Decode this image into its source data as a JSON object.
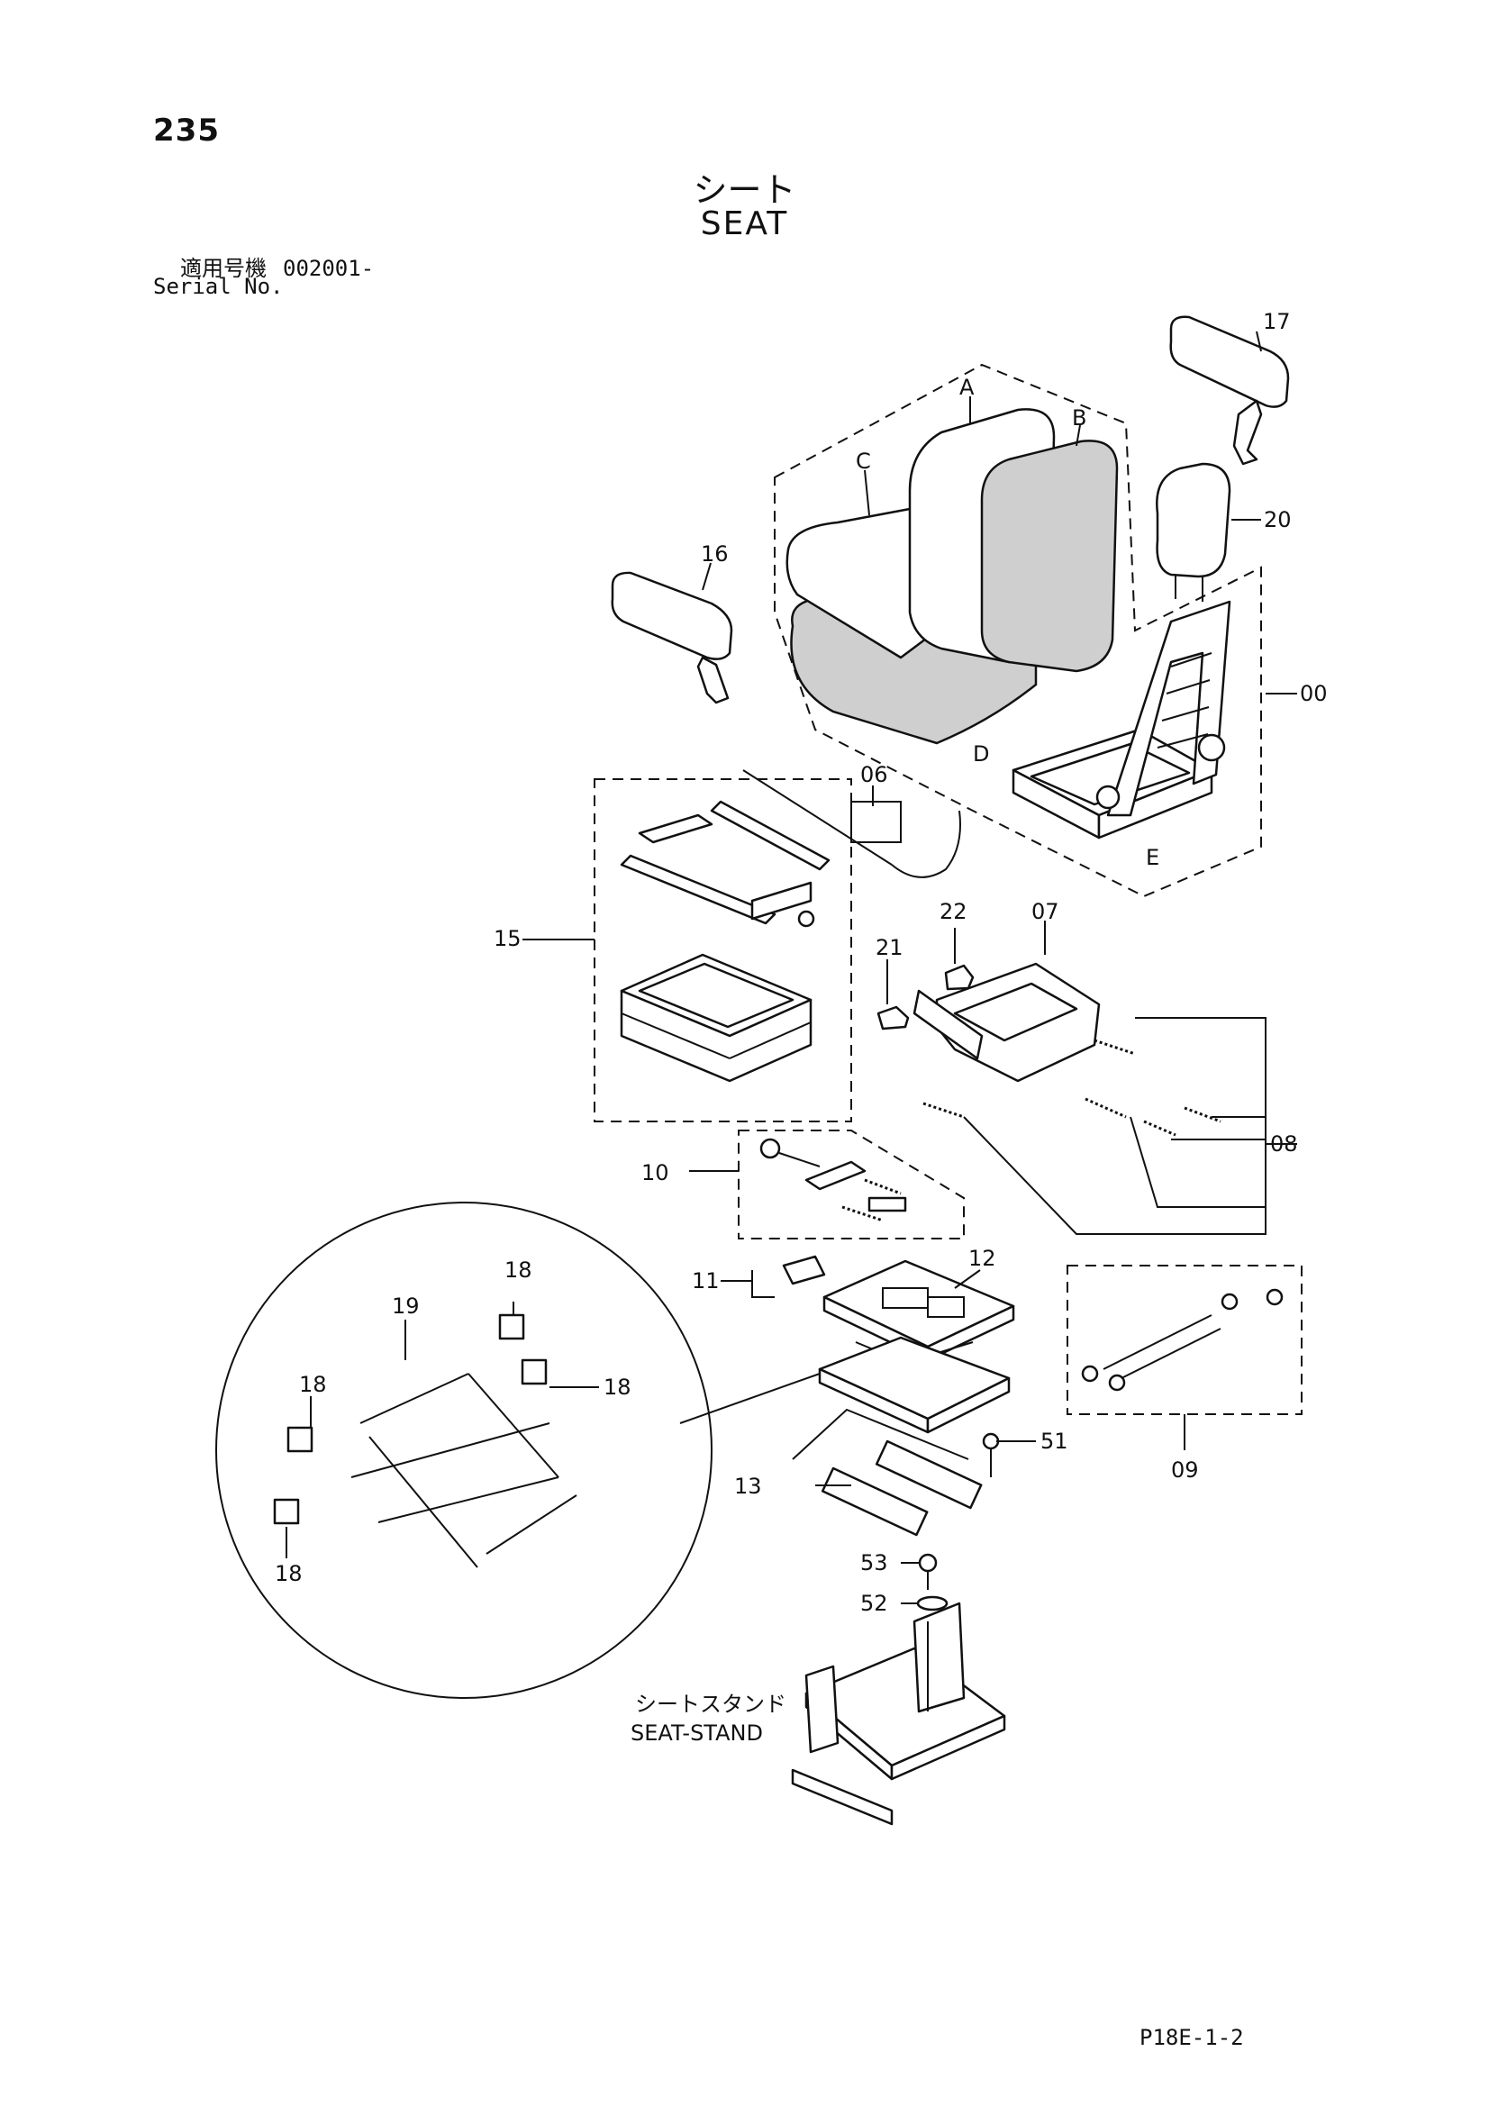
{
  "page_number": "235",
  "title": {
    "jp": "シート",
    "en": "SEAT"
  },
  "serial": {
    "label_jp": "適用号機",
    "value": "002001-",
    "label_en": "Serial No."
  },
  "stand": {
    "jp": "シートスタンド",
    "en": "SEAT-STAND"
  },
  "footer_code": "P18E-1-2",
  "callouts": {
    "c00": "00",
    "c06": "06",
    "c07": "07",
    "c08": "08",
    "c09": "09",
    "c10": "10",
    "c11": "11",
    "c12": "12",
    "c13": "13",
    "c15": "15",
    "c16": "16",
    "c17": "17",
    "c19": "19",
    "c20": "20",
    "c18a": "18",
    "c18b": "18",
    "c18c": "18",
    "c18d": "18",
    "c21": "21",
    "c22": "22",
    "c51": "51",
    "c52": "52",
    "c53": "53"
  },
  "letters": {
    "a": "A",
    "b": "B",
    "c": "C",
    "d": "D",
    "e": "E"
  }
}
